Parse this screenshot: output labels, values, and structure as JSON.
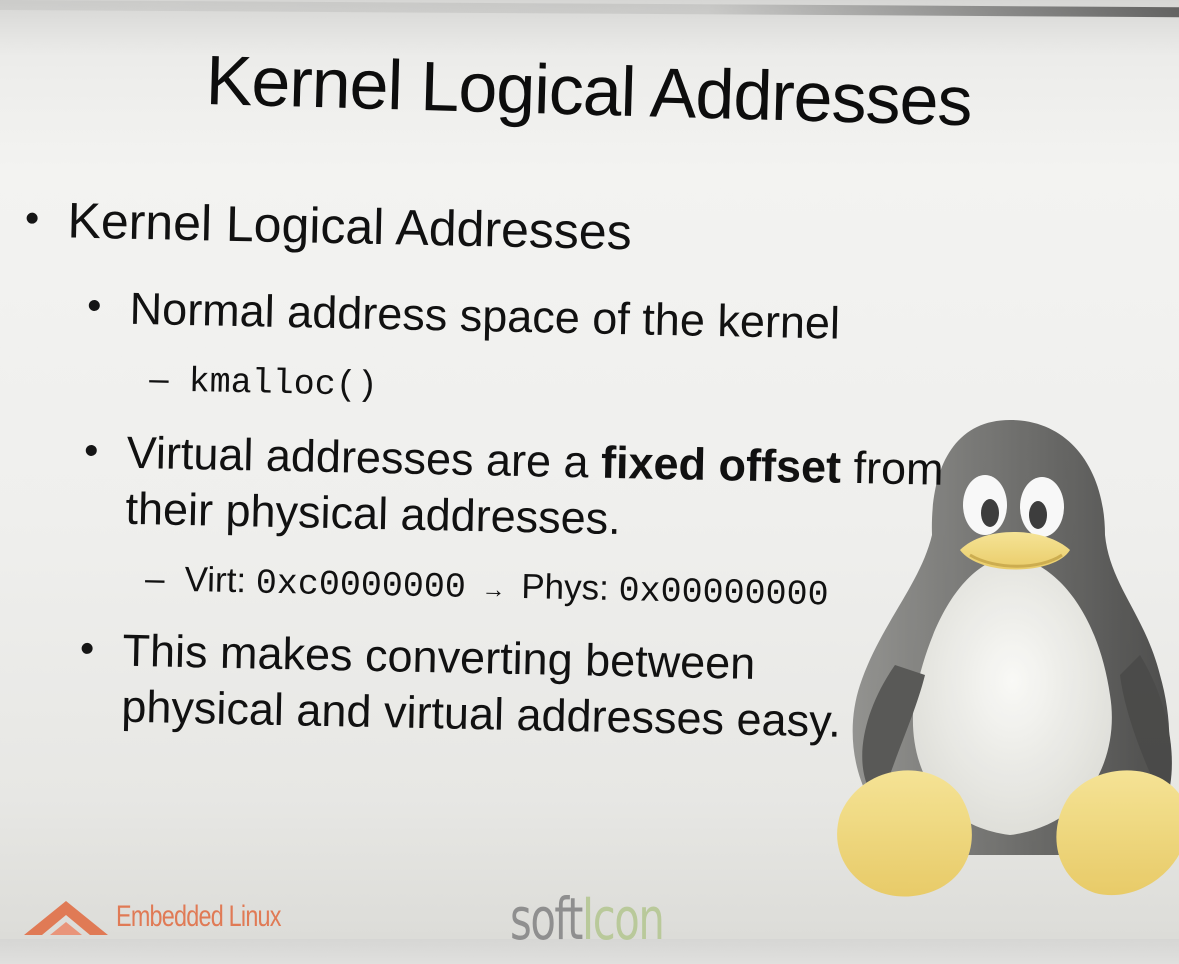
{
  "slide": {
    "title": "Kernel Logical Addresses",
    "bullets": {
      "b1": "Kernel Logical Addresses",
      "b1_1": "Normal address space of the kernel",
      "b1_1_1_dash": "–",
      "b1_1_1_code": "kmalloc()",
      "b1_2_pre": "Virtual addresses are a ",
      "b1_2_bold": "fixed offset",
      "b1_2_post": " from",
      "b1_2_line2": "their physical addresses.",
      "b1_2_1_dash": "–",
      "b1_2_1_virt_label": "Virt: ",
      "b1_2_1_virt_value": "0xc0000000",
      "b1_2_1_arrow": "→",
      "b1_2_1_phys_label": "Phys: ",
      "b1_2_1_phys_value": "0x00000000",
      "b1_3_line1": "This makes converting between",
      "b1_3_line2": "physical and virtual addresses easy."
    }
  },
  "footer": {
    "left_logo_text": "Embedded Linux",
    "center_logo_soft": "soft",
    "center_logo_icon": "Icon"
  },
  "icons": {
    "mascot": "tux-penguin-icon",
    "left_logo": "embedded-linux-logo-icon"
  },
  "colors": {
    "background": "#efefed",
    "text": "#111111",
    "penguin_beak_feet": "#f2d36b",
    "left_logo": "#e07a55",
    "center_logo_soft": "#8f8f8f",
    "center_logo_icon": "#b9c99a"
  }
}
